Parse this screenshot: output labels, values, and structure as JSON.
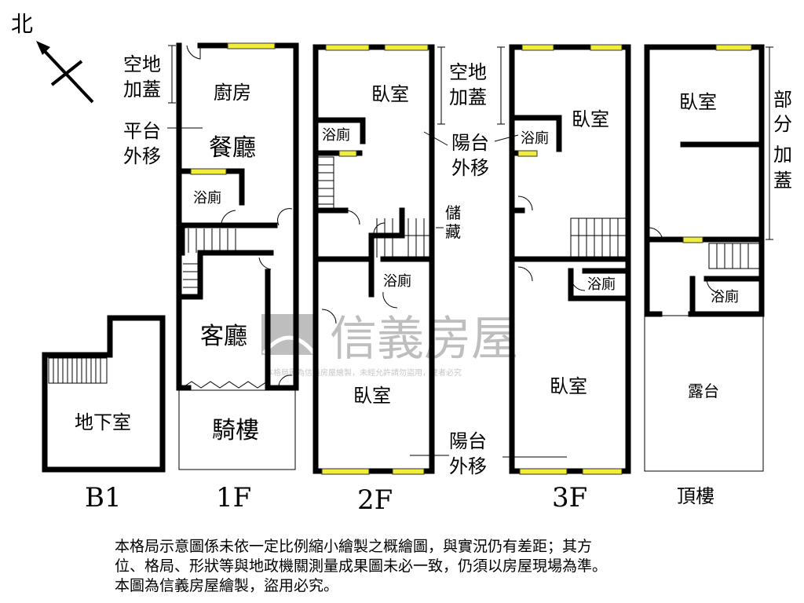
{
  "compass": {
    "north_label": "北"
  },
  "floors": {
    "b1": {
      "label": "B1",
      "rooms": [
        "地下室"
      ]
    },
    "f1": {
      "label": "1F",
      "rooms": [
        "廚房",
        "餐廳",
        "浴廁",
        "客廳",
        "騎樓"
      ],
      "notes": [
        "空地",
        "加蓋",
        "平台",
        "外移"
      ]
    },
    "f2": {
      "label": "2F",
      "rooms": [
        "臥室",
        "浴廁",
        "浴廁",
        "臥室"
      ],
      "notes": [
        "空地",
        "加蓋",
        "陽台",
        "外移",
        "儲",
        "藏",
        "陽台",
        "外移"
      ]
    },
    "f3": {
      "label": "3F",
      "rooms": [
        "臥室",
        "浴廁",
        "浴廁",
        "臥室"
      ]
    },
    "roof": {
      "label": "頂樓",
      "rooms": [
        "臥室",
        "浴廁",
        "露台"
      ],
      "notes": [
        "部",
        "分",
        "加",
        "蓋"
      ]
    }
  },
  "watermark": {
    "brand": "信義房屋",
    "notice": "本格局圖為信義房屋繪製，未經允許請勿盜用，違者必究"
  },
  "disclaimer": [
    "本格局示意圖係未依一定比例縮小繪製之概繪圖，與實況仍有差距；其方",
    "位、格局、形狀等與地政機關測量成果圖未必一致，仍須以房屋現場為準。",
    "本圖為信義房屋繪製，盜用必究。"
  ],
  "colors": {
    "wall": "#000000",
    "window": "#f2ec3a",
    "watermark": "#9a9a9a"
  }
}
